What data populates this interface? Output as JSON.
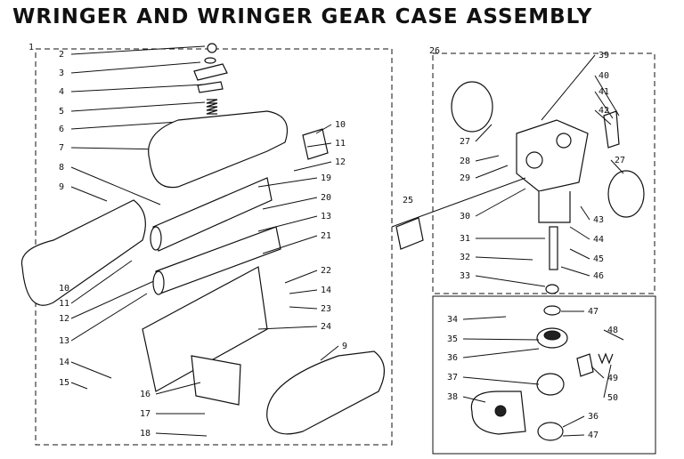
{
  "title": "WRINGER AND WRINGER GEAR CASE ASSEMBLY",
  "groups": {
    "left": "1",
    "right": "26"
  },
  "left_labels": [
    "2",
    "3",
    "4",
    "5",
    "6",
    "7",
    "8",
    "9",
    "10",
    "11",
    "12",
    "13",
    "14",
    "15"
  ],
  "left_bottom_labels": [
    "16",
    "17",
    "18"
  ],
  "middle_labels": [
    "10",
    "11",
    "12",
    "19",
    "20",
    "13",
    "21",
    "22",
    "14",
    "23",
    "24",
    "9"
  ],
  "connector_label": "25",
  "right_labels": [
    "39",
    "40",
    "41",
    "42",
    "27",
    "28",
    "29",
    "30",
    "31",
    "32",
    "33",
    "27",
    "43",
    "44",
    "45",
    "46"
  ],
  "inset_labels": [
    "34",
    "35",
    "36",
    "37",
    "38",
    "47",
    "48",
    "49",
    "50",
    "36",
    "47"
  ]
}
